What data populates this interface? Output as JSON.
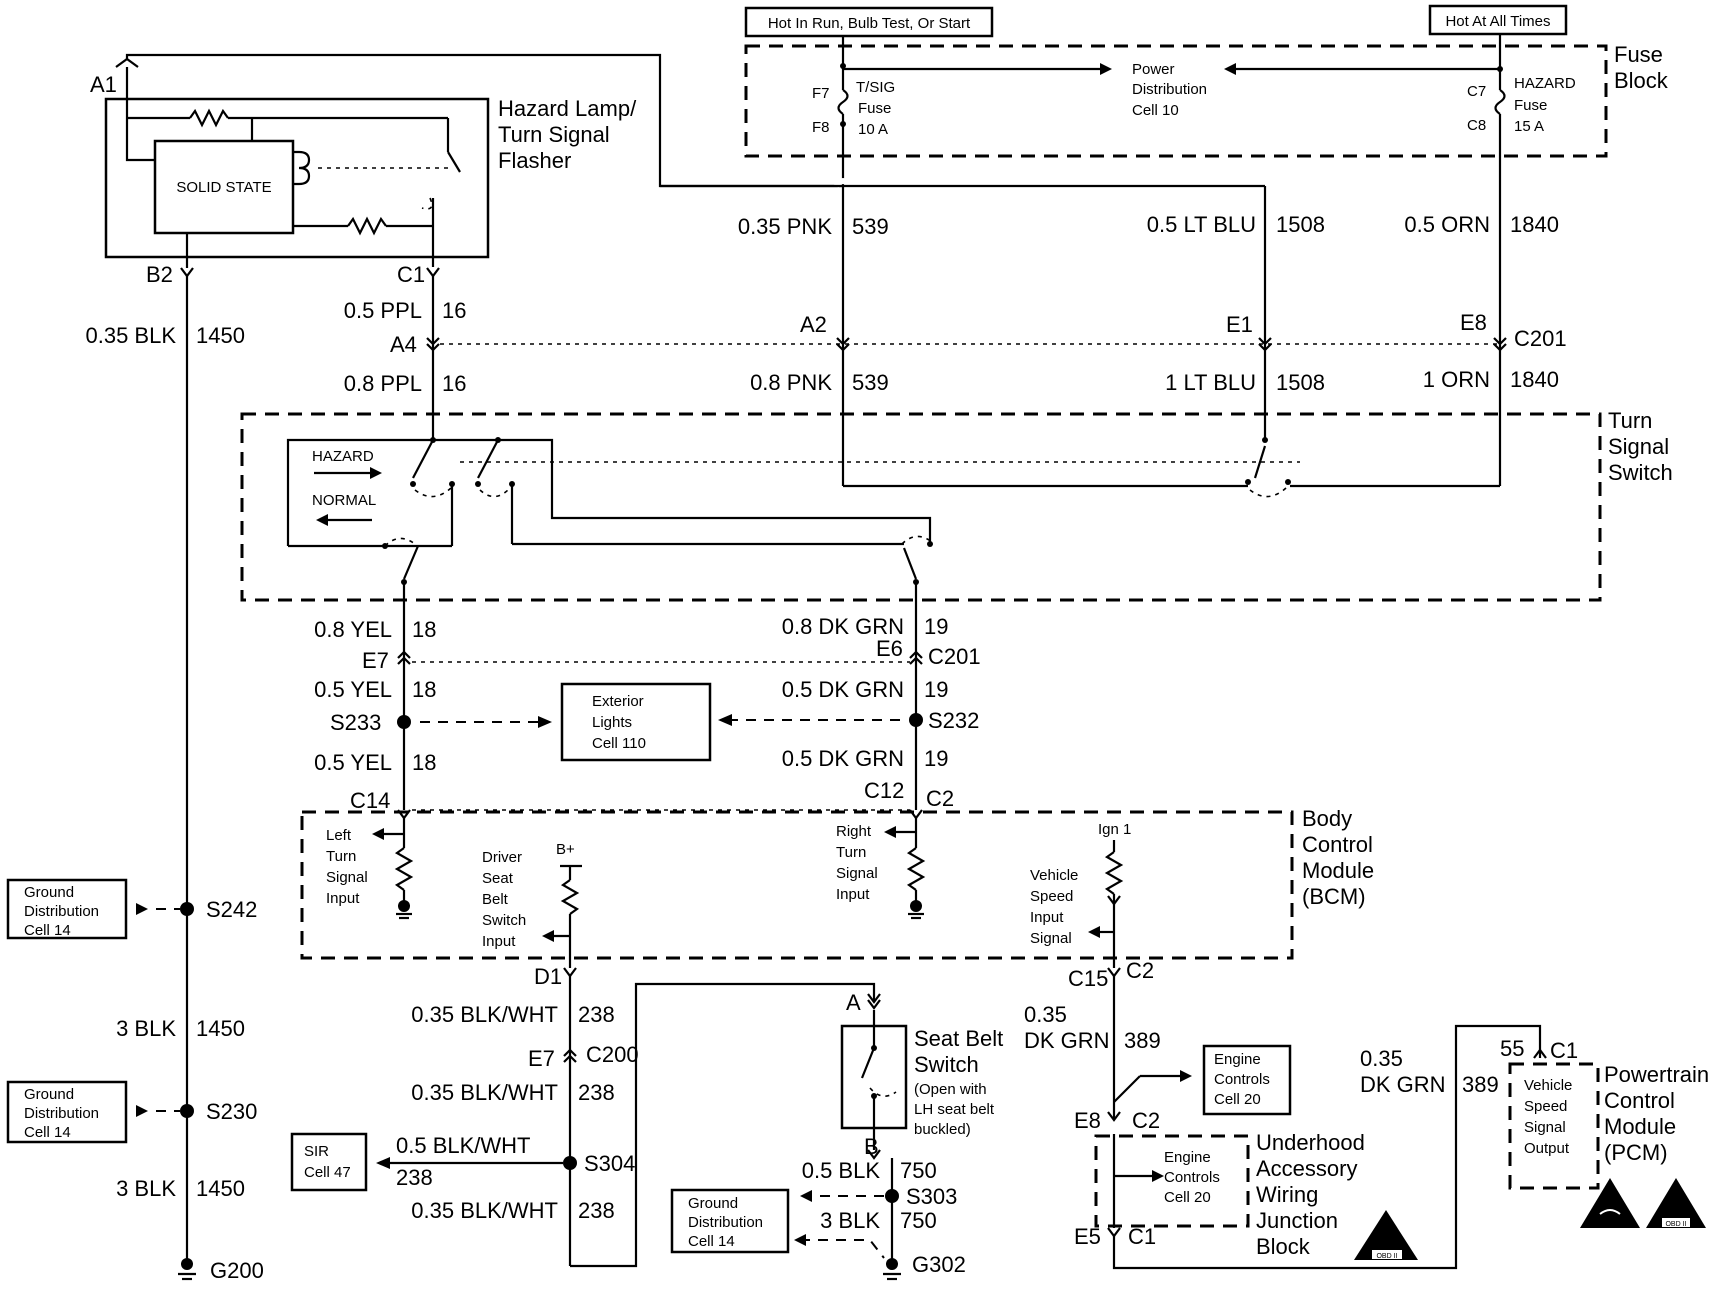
{
  "power": {
    "run_label": "Hot In Run, Bulb Test, Or Start",
    "hot_label": "Hot At All Times",
    "fuse_block": [
      "Fuse",
      "Block"
    ],
    "pdc": [
      "Power",
      "Distribution",
      "Cell 10"
    ],
    "tsig_fuse": [
      "T/SIG",
      "Fuse",
      "10 A"
    ],
    "hazard_fuse": [
      "HAZARD",
      "Fuse",
      "15 A"
    ],
    "pins": {
      "f7": "F7",
      "f8": "F8",
      "c7": "C7",
      "c8": "C8"
    }
  },
  "flasher": {
    "title": [
      "Hazard Lamp/",
      "Turn Signal",
      "Flasher"
    ],
    "core": "SOLID STATE",
    "pins": {
      "a1": "A1",
      "b2": "B2",
      "c1": "C1"
    }
  },
  "wires": {
    "w1450_top": [
      "0.35 BLK",
      "1450"
    ],
    "w16_top": [
      "0.5 PPL",
      "16"
    ],
    "w16_bot": [
      "0.8 PPL",
      "16"
    ],
    "w539_top": [
      "0.35 PNK",
      "539"
    ],
    "w539_bot": [
      "0.8 PNK",
      "539"
    ],
    "w1508_top": [
      "0.5 LT BLU",
      "1508"
    ],
    "w1508_bot": [
      "1 LT BLU",
      "1508"
    ],
    "w1840_top": [
      "0.5 ORN",
      "1840"
    ],
    "w1840_bot": [
      "1 ORN",
      "1840"
    ],
    "w18_a": [
      "0.8 YEL",
      "18"
    ],
    "w18_b": [
      "0.5 YEL",
      "18"
    ],
    "w18_c": [
      "0.5 YEL",
      "18"
    ],
    "w19_a": [
      "0.8 DK GRN",
      "19"
    ],
    "w19_b": [
      "0.5 DK GRN",
      "19"
    ],
    "w19_c": [
      "0.5 DK GRN",
      "19"
    ],
    "w1450_mid": [
      "3 BLK",
      "1450"
    ],
    "w1450_bot": [
      "3 BLK",
      "1450"
    ],
    "w238_a": [
      "0.35 BLK/WHT",
      "238"
    ],
    "w238_b": [
      "0.35 BLK/WHT",
      "238"
    ],
    "w238_sir": [
      "0.5 BLK/WHT",
      "238"
    ],
    "w238_c": [
      "0.35 BLK/WHT",
      "238"
    ],
    "w750_a": [
      "0.5 BLK",
      "750"
    ],
    "w750_b": [
      "3 BLK",
      "750"
    ],
    "w389_a": [
      "0.35",
      "DK GRN",
      "389"
    ],
    "w389_b": [
      "0.35",
      "DK GRN",
      "389"
    ]
  },
  "connectors": {
    "a4": "A4",
    "a2": "A2",
    "e1": "E1",
    "e8": "E8",
    "c201": "C201",
    "e7": "E7",
    "e6": "E6",
    "c201b": "C201",
    "c14": "C14",
    "c12": "C12",
    "c2": "C2",
    "d1": "D1",
    "c15": "C15",
    "c2b": "C2",
    "e7b": "E7",
    "c200": "C200",
    "a": "A",
    "b": "B",
    "e8b": "E8",
    "c2c": "C2",
    "e5": "E5",
    "c1": "C1",
    "p55": "55",
    "c1b": "C1"
  },
  "splices": {
    "s233": "S233",
    "s232": "S232",
    "s242": "S242",
    "s230": "S230",
    "s304": "S304",
    "s303": "S303",
    "g200": "G200",
    "g302": "G302"
  },
  "tss": {
    "title": [
      "Turn",
      "Signal",
      "Switch"
    ],
    "hazard": "HAZARD",
    "normal": "NORMAL"
  },
  "refs": {
    "ext_lights": [
      "Exterior",
      "Lights",
      "Cell 110"
    ],
    "ground1": [
      "Ground",
      "Distribution",
      "Cell 14"
    ],
    "ground2": [
      "Ground",
      "Distribution",
      "Cell 14"
    ],
    "ground3": [
      "Ground",
      "Distribution",
      "Cell 14"
    ],
    "sir": [
      "SIR",
      "Cell 47"
    ],
    "engine1": [
      "Engine",
      "Controls",
      "Cell 20"
    ],
    "engine2": [
      "Engine",
      "Controls",
      "Cell 20"
    ]
  },
  "bcm": {
    "title": [
      "Body",
      "Control",
      "Module",
      "(BCM)"
    ],
    "left_input": [
      "Left",
      "Turn",
      "Signal",
      "Input"
    ],
    "driver_input": [
      "Driver",
      "Seat",
      "Belt",
      "Switch",
      "Input"
    ],
    "bplus": "B+",
    "right_input": [
      "Right",
      "Turn",
      "Signal",
      "Input"
    ],
    "ign": "Ign 1",
    "vss_input": [
      "Vehicle",
      "Speed",
      "Input",
      "Signal"
    ]
  },
  "seatbelt": {
    "title": [
      "Seat Belt",
      "Switch"
    ],
    "note": [
      "(Open with",
      "LH seat belt",
      "buckled)"
    ]
  },
  "uawjb": [
    "Underhood",
    "Accessory",
    "Wiring",
    "Junction",
    "Block"
  ],
  "pcm": {
    "title": [
      "Powertrain",
      "Control",
      "Module",
      "(PCM)"
    ],
    "vss_out": [
      "Vehicle",
      "Speed",
      "Signal",
      "Output"
    ]
  },
  "symbols": {
    "obd": "OBD II"
  }
}
